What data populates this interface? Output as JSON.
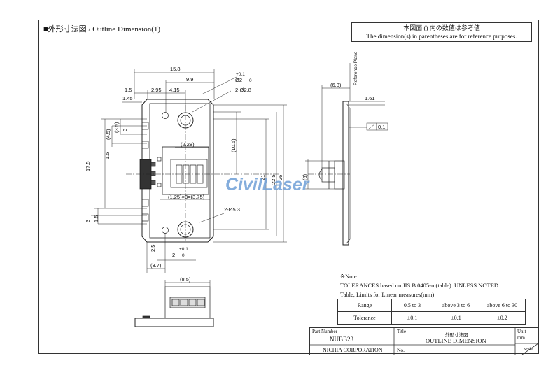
{
  "heading": "■外形寸法図 / Outline Dimension(1)",
  "reference_note": {
    "ja": "本図面 () 内の数値は参考値",
    "en": "The dimension(s) in parentheses are for reference purposes."
  },
  "dimensions": {
    "d15_8": "15.8",
    "d9_9": "9.9",
    "d1_5a": "1.5",
    "d2_95": "2.95",
    "d4_15": "4.15",
    "d1_45": "1.45",
    "phi2": "Ø2",
    "plus01a": "+0.1",
    "zero_a": "0",
    "phi2_8": "2-Ø2.8",
    "d4_5": "(4.5)",
    "d3_5": "(3.5)",
    "d3a": "3",
    "d17_5": "17.5",
    "d1_5b": "1.5",
    "d2_28": "(2.28)",
    "d10_5": "(10.5)",
    "d21": "21",
    "d22_5": "22.5",
    "d26": "26",
    "d1_25": "(1.25)×3=(3.75)",
    "phi5_3": "2-Ø5.3",
    "d3b": "3",
    "d1_5c": "1.5",
    "d2_5": "2.5",
    "plus01b": "+0.1",
    "d2": "2",
    "zero_b": "0",
    "d3_7": "(3.7)",
    "d8_5": "(8.5)",
    "d6_3": "(6.3)",
    "d1_61": "1.61",
    "flat01": "0.1",
    "d6": "(6)",
    "ref_plane": "Reference Plane"
  },
  "watermark": "CivilLaser",
  "note": {
    "title": "※Note",
    "line1": "TOLERANCES based on JIS B 0405-m(table). UNLESS NOTED",
    "line2": "Table, Limits for Linear measures(mm)"
  },
  "tolerance_table": {
    "rows": [
      [
        "Range",
        "0.5 to 3",
        "above 3 to 6",
        "above 6 to 30"
      ],
      [
        "Tolerance",
        "±0.1",
        "±0.1",
        "±0.2"
      ]
    ]
  },
  "title_block": {
    "part_number_label": "Part Number",
    "part_number": "NUBB23",
    "title_label": "Title",
    "title_ja": "外形寸法図",
    "title_en": "OUTLINE DIMENSION",
    "unit_label": "Unit",
    "unit": "mm",
    "company": "NICHIA CORPORATION",
    "no_label": "No.",
    "scale_label": "Scale"
  }
}
